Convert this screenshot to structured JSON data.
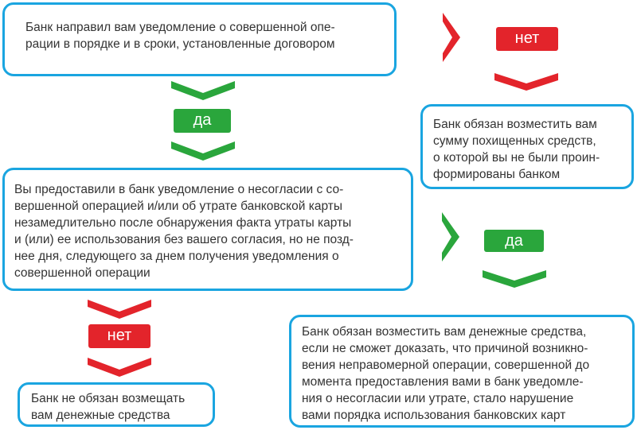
{
  "colors": {
    "border": "#1aa5e0",
    "yes": "#2aa63c",
    "no": "#e3242b",
    "text": "#333333"
  },
  "boxes": {
    "notified": "Банк направил вам уведомление о совершенной опе-\nрации в порядке и в сроки, установленные договором",
    "bank_must_refund_sum": "Банк обязан возместить вам\nсумму похищенных средств,\nо которой вы не были проин-\nформированы банком",
    "notice_given": "Вы предоставили в банк уведомление о несогласии с со-\nвершенной операцией и/или об утрате банковской карты\nнезамедлительно после обнаружения факта утраты карты\nи (или) ее использования без вашего согласия, но не позд-\nнее дня, следующего за днем получения уведомления о\nсовершенной операции",
    "bank_must_refund_funds": "Банк обязан возместить вам денежные средства,\nесли не сможет доказать, что причиной возникно-\nвения неправомерной операции, совершенной до\nмомента предоставления вами в банк уведомле-\nния о несогласии или утрате, стало нарушение\nвами порядка использования банковских карт",
    "bank_not_obliged": "Банк не обязан возмещать\nвам денежные средства"
  },
  "labels": {
    "yes_1": "да",
    "no_1": "нет",
    "yes_2": "да",
    "no_2": "нет"
  }
}
